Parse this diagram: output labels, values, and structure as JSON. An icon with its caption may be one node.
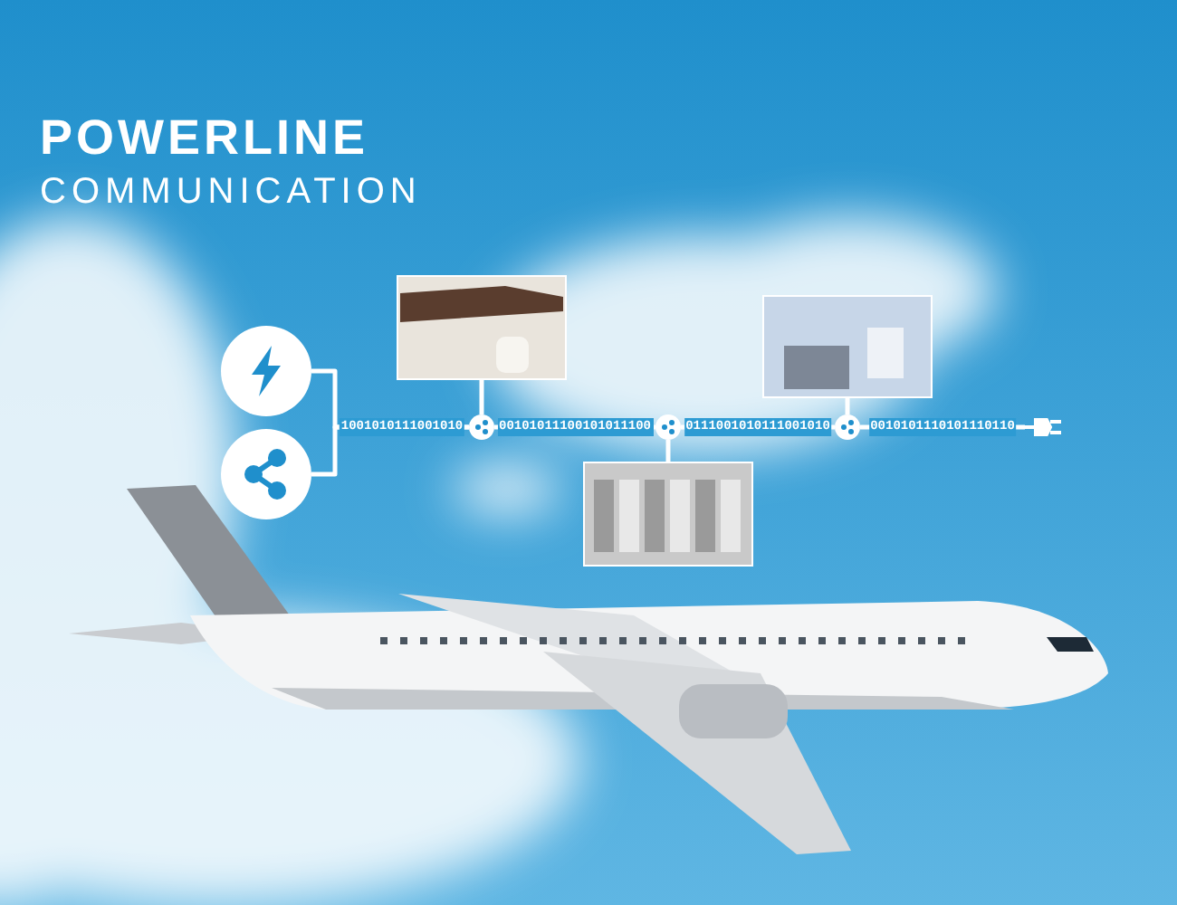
{
  "diagram": {
    "title": "POWERLINE COMMUNICATION",
    "nodes": [
      {
        "text": [],
        "shape": "picture"
      },
      {
        "text": [],
        "shape": "picture"
      },
      {
        "text": [],
        "shape": "circle"
      },
      {
        "text": [],
        "shape": "circle"
      },
      {
        "text": [],
        "shape": "circle"
      },
      {
        "text": [],
        "shape": "picture"
      },
      {
        "text": [],
        "shape": "picture"
      },
      {
        "text": [],
        "shape": "picture"
      },
      {
        "text": [],
        "shape": "picture"
      }
    ],
    "edges": [
      {
        "from": 0,
        "to": 2,
        "arrow": "none",
        "label": "1001010111001010"
      },
      {
        "from": 1,
        "to": 2,
        "arrow": "none"
      },
      {
        "from": 2,
        "to": 3,
        "arrow": "none",
        "label": "00101011100101011100"
      },
      {
        "from": 3,
        "to": 4,
        "arrow": "none",
        "label": "0111001010111001010"
      },
      {
        "from": 4,
        "to": 5,
        "arrow": "none",
        "label": "0010101110101110110"
      },
      {
        "from": 6,
        "to": 2,
        "arrow": "none"
      },
      {
        "from": 3,
        "to": 7,
        "arrow": "none"
      },
      {
        "from": 8,
        "to": 4,
        "arrow": "none"
      }
    ]
  }
}
